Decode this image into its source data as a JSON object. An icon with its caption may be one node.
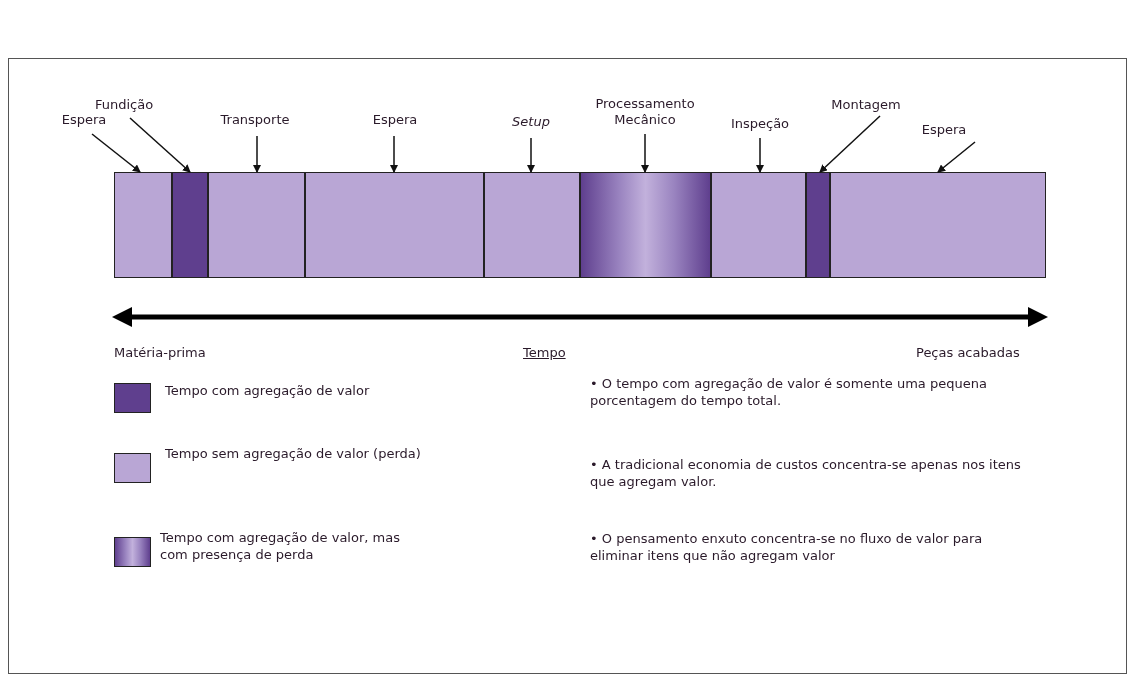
{
  "diagram": {
    "nodes": [
      {
        "text": [
          "Espera"
        ]
      },
      {
        "text": [
          "Fundição"
        ]
      },
      {
        "text": [
          "Transporte"
        ]
      },
      {
        "text": [
          "Espera"
        ]
      },
      {
        "text": [
          "Setup"
        ]
      },
      {
        "text": [
          "Processamento Mecânico"
        ]
      },
      {
        "text": [
          "Inspeção"
        ]
      },
      {
        "text": [
          "Montagem"
        ]
      },
      {
        "text": [
          "Espera"
        ]
      },
      {
        "text": [],
        "shape": "box"
      },
      {
        "text": [],
        "shape": "box"
      },
      {
        "text": [],
        "shape": "box"
      },
      {
        "text": [],
        "shape": "box"
      },
      {
        "text": [],
        "shape": "box"
      },
      {
        "text": [],
        "shape": "box"
      },
      {
        "text": [],
        "shape": "box"
      },
      {
        "text": [],
        "shape": "box"
      },
      {
        "text": [],
        "shape": "box"
      }
    ],
    "edges": [
      {
        "from": 0,
        "to": 9,
        "arrow": "to"
      },
      {
        "from": 1,
        "to": 10,
        "arrow": "to"
      },
      {
        "from": 2,
        "to": 11,
        "arrow": "to"
      },
      {
        "from": 3,
        "to": 12,
        "arrow": "to"
      },
      {
        "from": 4,
        "to": 13,
        "arrow": "to"
      },
      {
        "from": 5,
        "to": 14,
        "arrow": "to"
      },
      {
        "from": 6,
        "to": 15,
        "arrow": "to"
      },
      {
        "from": 7,
        "to": 16,
        "arrow": "to"
      },
      {
        "from": 8,
        "to": 17,
        "arrow": "to"
      }
    ],
    "labels": [
      "Matéria-prima",
      "Tempo",
      "Peças acabadas",
      "• O tempo com agregação de valor é somente uma pequena porcentagem do tempo total.",
      "• A tradicional economia de custos concentra-se apenas nos itens que agregam valor.",
      "• O pensamento enxuto concentra-se no fluxo de valor para eliminar itens que não agregam valor"
    ],
    "legend": [
      {
        "text": "Tempo com agregação de valor",
        "color": "#5f3f8e"
      },
      {
        "text": "Tempo sem agregação de valor (perda)",
        "color": "#b9a6d5"
      },
      {
        "text": "Tempo com agregação de valor, mas com presença de perda"
      }
    ]
  }
}
